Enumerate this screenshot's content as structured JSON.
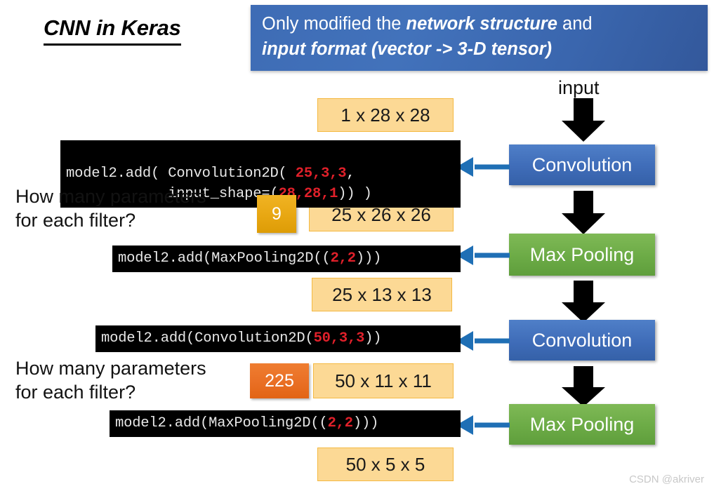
{
  "slide": {
    "title": "CNN in Keras",
    "banner": {
      "line1_pre": "Only modified the ",
      "line1_bold": "network structure",
      "line1_post": " and",
      "line2": "input format (vector -> 3-D tensor)"
    },
    "watermark": "CSDN @akriver"
  },
  "flow": {
    "input_label": "input",
    "blocks": [
      {
        "label": "Convolution",
        "color": "#3f6cb8"
      },
      {
        "label": "Max Pooling",
        "color": "#6cab46"
      },
      {
        "label": "Convolution",
        "color": "#3f6cb8"
      },
      {
        "label": "Max Pooling",
        "color": "#6cab46"
      }
    ]
  },
  "code_blocks": [
    {
      "name": "conv1",
      "line1": {
        "pre": "model2.add( Convolution2D( ",
        "nums": "25,3,3",
        "post": ","
      },
      "line2": {
        "indent": "            input_shape=",
        "open": "(",
        "nums": "28,28,1",
        "post": ")) )"
      }
    },
    {
      "name": "pool1",
      "line1": {
        "pre": "model2.add(MaxPooling2D((",
        "nums": "2,2",
        "post": ")))"
      }
    },
    {
      "name": "conv2",
      "line1": {
        "pre": "model2.add(Convolution2D(",
        "nums": "50,3,3",
        "post": "))"
      }
    },
    {
      "name": "pool2",
      "line1": {
        "pre": "model2.add(MaxPooling2D((",
        "nums": "2,2",
        "post": ")))"
      }
    }
  ],
  "shapes": [
    {
      "label": "1 x 28 x 28",
      "name": "shape-input"
    },
    {
      "label": "25 x 26 x 26",
      "name": "shape-after-conv1"
    },
    {
      "label": "25 x 13 x 13",
      "name": "shape-after-pool1"
    },
    {
      "label": "50 x 11 x 11",
      "name": "shape-after-conv2"
    },
    {
      "label": "50 x 5 x 5",
      "name": "shape-after-pool2"
    }
  ],
  "questions": [
    {
      "text": "How many parameters\nfor each filter?",
      "answer": "9",
      "answer_color": "#e8a712"
    },
    {
      "text": "How many parameters\nfor each filter?",
      "answer": "225",
      "answer_color": "#e96f24"
    }
  ],
  "colors": {
    "shape_fill": "#fcd995",
    "shape_border": "#f4b942",
    "code_bg": "#000000",
    "code_number": "#e0202a",
    "connector": "#1f6fb5",
    "banner_bg": "#3f6cb8"
  }
}
